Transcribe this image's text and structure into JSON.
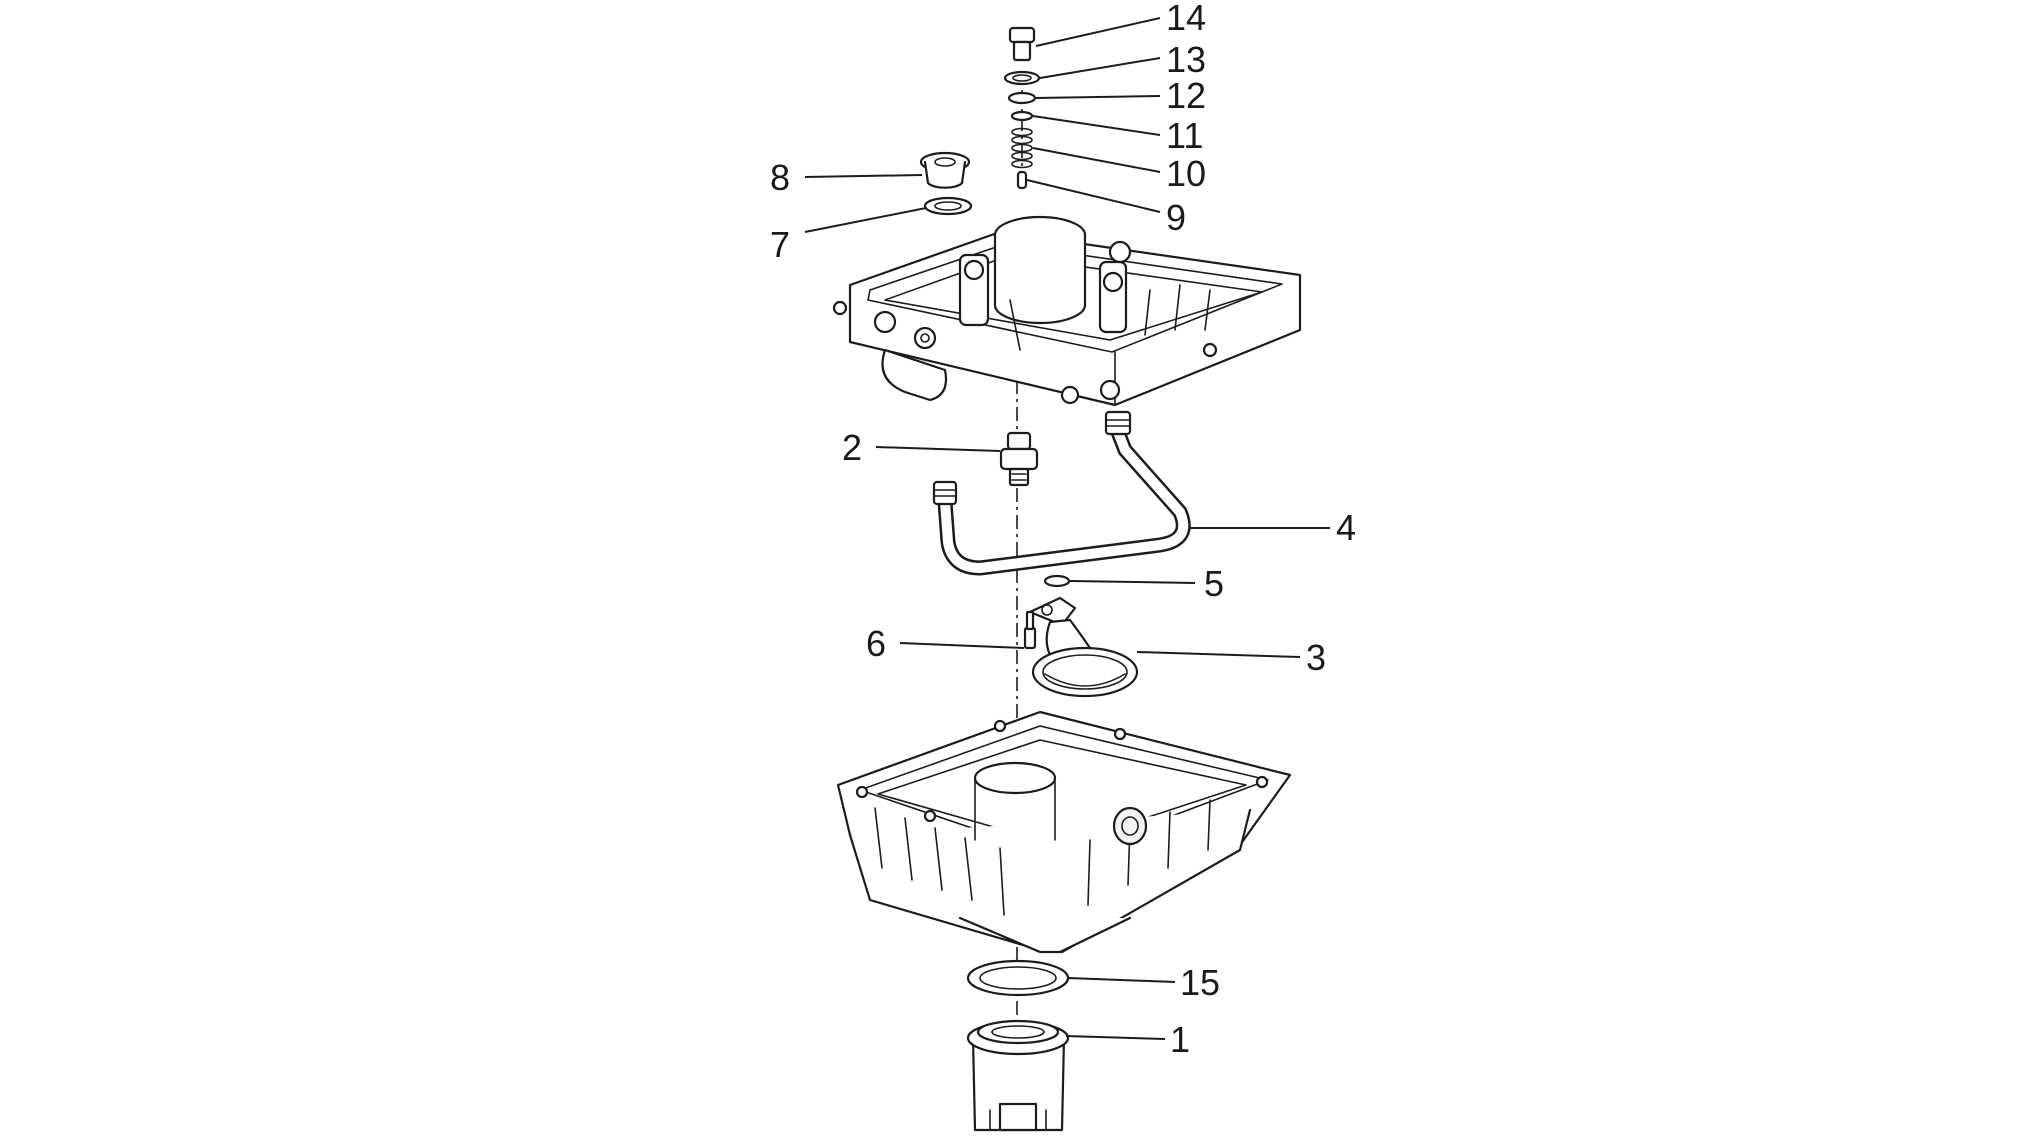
{
  "callouts": {
    "c1": "1",
    "c2": "2",
    "c3": "3",
    "c4": "4",
    "c5": "5",
    "c6": "6",
    "c7": "7",
    "c8": "8",
    "c9": "9",
    "c10": "10",
    "c11": "11",
    "c12": "12",
    "c13": "13",
    "c14": "14",
    "c15": "15"
  },
  "colors": {
    "line": "#1c1c1c",
    "background": "#ffffff"
  }
}
